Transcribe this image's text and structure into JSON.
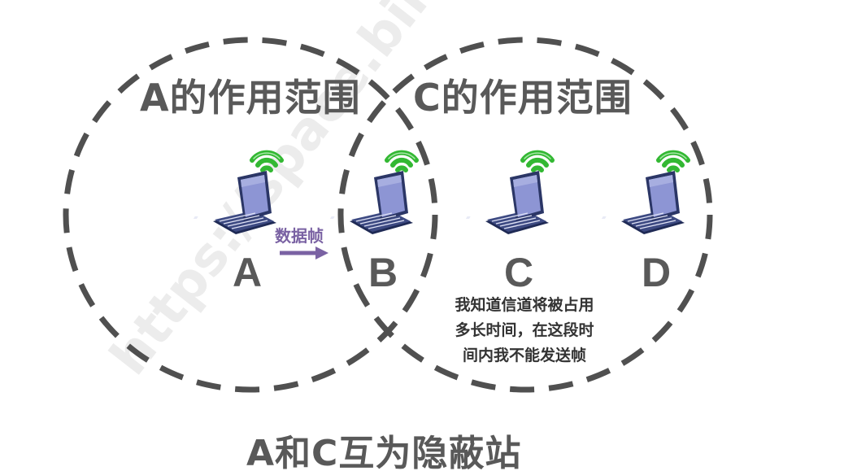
{
  "ranges": {
    "a_title": "A的作用范围",
    "c_title": "C的作用范围"
  },
  "stations": [
    {
      "label": "A"
    },
    {
      "label": "B"
    },
    {
      "label": "C"
    },
    {
      "label": "D"
    }
  ],
  "transmission": {
    "label": "数据帧",
    "color": "#7a62a3"
  },
  "c_note": {
    "line1": "我知道信道将被占用",
    "line2": "多长时间，在这段时",
    "line3": "间内我不能发送帧"
  },
  "caption": "A和C互为隐蔽站",
  "watermark": "https://space.bilibili.com/…  湖科大…  …@hnust.edu…",
  "colors": {
    "circle_stroke": "#505050",
    "wifi_green": "#33b833",
    "laptop_screen": "#8d95d4",
    "laptop_body": "#3d4a82",
    "text_gray": "#595959"
  }
}
